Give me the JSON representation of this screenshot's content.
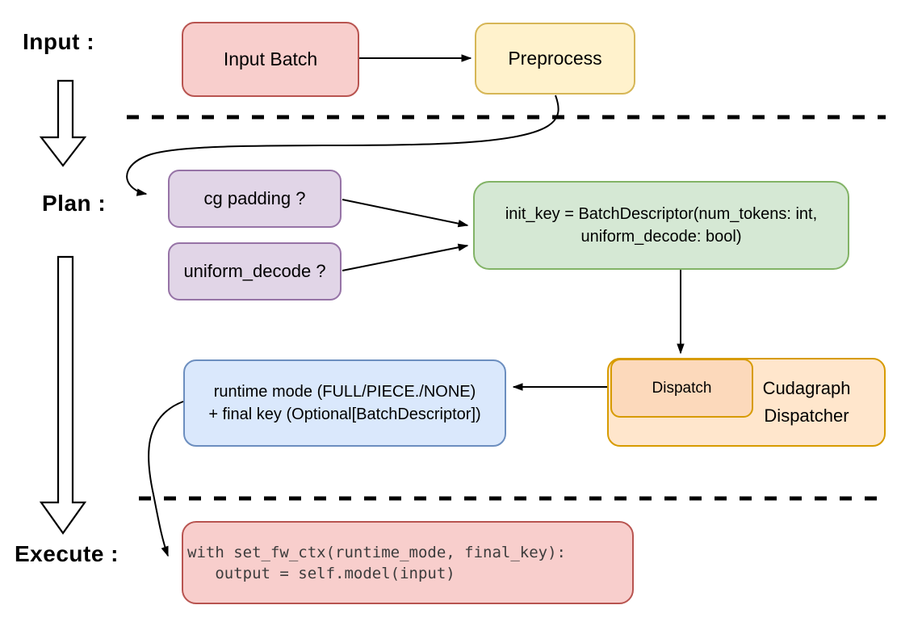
{
  "stages": {
    "input_label": "Input :",
    "plan_label": "Plan :",
    "execute_label": "Execute :"
  },
  "nodes": {
    "input_batch": {
      "label": "Input Batch"
    },
    "preprocess": {
      "label": "Preprocess"
    },
    "cg_padding": {
      "label": "cg padding ?"
    },
    "uniform_decode": {
      "label": "uniform_decode ?"
    },
    "init_key": {
      "line1": "init_key = BatchDescriptor(num_tokens: int,",
      "line2": "uniform_decode: bool)"
    },
    "dispatch": {
      "label": "Dispatch"
    },
    "cudagraph_dispatcher": {
      "line1": "Cudagraph",
      "line2": "Dispatcher"
    },
    "runtime_mode": {
      "line1": "runtime mode (FULL/PIECE./NONE)",
      "line2": "+ final key (Optional[BatchDescriptor])"
    },
    "execute_code": {
      "line1": "with set_fw_ctx(runtime_mode, final_key):",
      "line2": "   output = self.model(input)"
    }
  },
  "colors": {
    "red_fill": "#f8cecc",
    "red_stroke": "#b85450",
    "yellow_fill": "#fff2cc",
    "yellow_stroke": "#d6b656",
    "purple_fill": "#e1d5e7",
    "purple_stroke": "#9673a6",
    "green_fill": "#d5e8d4",
    "green_stroke": "#82b366",
    "orange_fill": "#ffe6cc",
    "orange_inner_fill": "#fcd9bb",
    "orange_stroke": "#d79b00",
    "blue_fill": "#dae8fc",
    "blue_stroke": "#6c8ebf",
    "connector": "#000000",
    "code_text": "#3c3c3c",
    "background": "#ffffff"
  }
}
